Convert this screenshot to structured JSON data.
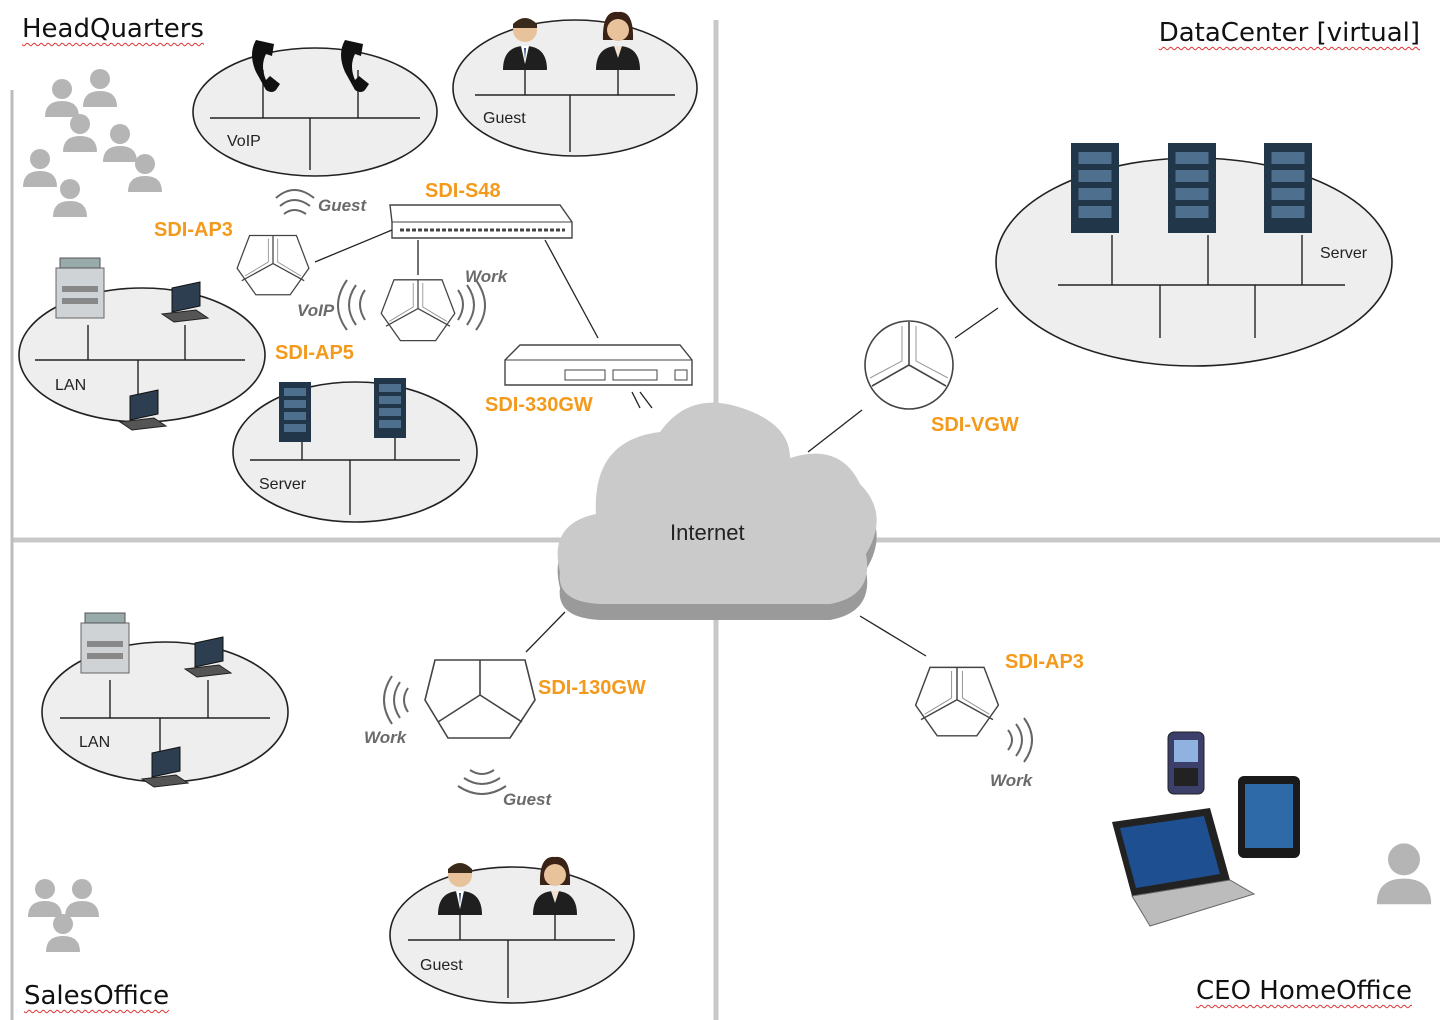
{
  "quadrants": {
    "headquarters": "HeadQuarters",
    "datacenter": "DataCenter [virtual]",
    "salesoffice": "SalesOffice",
    "ceo_homeoffice": "CEO HomeOffice"
  },
  "internet_label": "Internet",
  "devices": {
    "sdi_s48": "SDI-S48",
    "sdi_ap3_hq": "SDI-AP3",
    "sdi_ap5": "SDI-AP5",
    "sdi_330gw": "SDI-330GW",
    "sdi_vgw": "SDI-VGW",
    "sdi_130gw": "SDI-130GW",
    "sdi_ap3_ceo": "SDI-AP3"
  },
  "networks": {
    "hq_guest": "Guest",
    "hq_work": "Work",
    "hq_voip": "VoIP",
    "sales_work": "Work",
    "sales_guest": "Guest",
    "ceo_work": "Work"
  },
  "segments": {
    "hq_voip": "VoIP",
    "hq_guest": "Guest",
    "hq_lan": "LAN",
    "hq_server": "Server",
    "dc_server": "Server",
    "sales_lan": "LAN",
    "sales_guest": "Guest"
  },
  "colors": {
    "device_label": "#f39a1c",
    "divider": "#c8c8c8",
    "cloud": "#c9c9c9",
    "segment_fill": "#eeeeee"
  }
}
